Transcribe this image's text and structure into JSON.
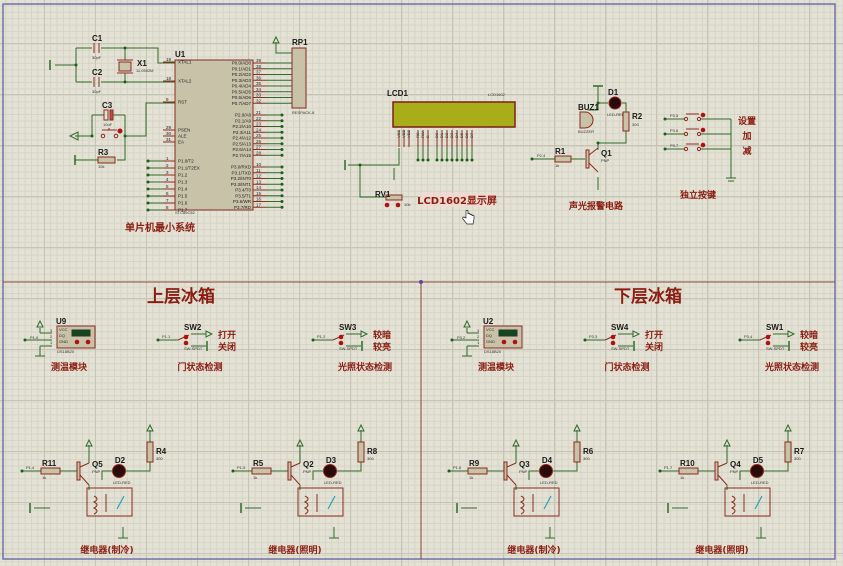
{
  "app": {
    "type": "schematic-editor",
    "background": "#e4e2d4",
    "wire_color": "#2f6b2a",
    "component_color": "#8b2a20",
    "label_color": "#8b1d12"
  },
  "mcu_section": {
    "title": "单片机最小系统",
    "mcu": {
      "ref": "U1",
      "part": "STC89C52",
      "left_pins": [
        {
          "num": "19",
          "name": "XTAL1"
        },
        {
          "num": "18",
          "name": "XTAL2"
        },
        {
          "num": "9",
          "name": "RST"
        },
        {
          "num": "29",
          "name": "PSEN"
        },
        {
          "num": "30",
          "name": "ALE"
        },
        {
          "num": "31",
          "name": "EA"
        },
        {
          "num": "1",
          "name": "P1.0/T2"
        },
        {
          "num": "2",
          "name": "P1.1/T2EX"
        },
        {
          "num": "3",
          "name": "P1.2"
        },
        {
          "num": "4",
          "name": "P1.3"
        },
        {
          "num": "5",
          "name": "P1.4"
        },
        {
          "num": "6",
          "name": "P1.5"
        },
        {
          "num": "7",
          "name": "P1.6"
        },
        {
          "num": "8",
          "name": "P1.7"
        }
      ],
      "right_pins": [
        {
          "num": "39",
          "name": "P0.0/AD0"
        },
        {
          "num": "38",
          "name": "P0.1/AD1"
        },
        {
          "num": "37",
          "name": "P0.2/AD2"
        },
        {
          "num": "36",
          "name": "P0.3/AD3"
        },
        {
          "num": "35",
          "name": "P0.4/AD4"
        },
        {
          "num": "34",
          "name": "P0.5/AD5"
        },
        {
          "num": "33",
          "name": "P0.6/AD6"
        },
        {
          "num": "32",
          "name": "P0.7/AD7"
        },
        {
          "num": "21",
          "name": "P2.0/A8"
        },
        {
          "num": "22",
          "name": "P2.1/A9"
        },
        {
          "num": "23",
          "name": "P2.2/A10"
        },
        {
          "num": "24",
          "name": "P2.3/A11"
        },
        {
          "num": "25",
          "name": "P2.4/A12"
        },
        {
          "num": "26",
          "name": "P2.5/A13"
        },
        {
          "num": "27",
          "name": "P2.6/A14"
        },
        {
          "num": "28",
          "name": "P2.7/A15"
        },
        {
          "num": "10",
          "name": "P3.0/RXD"
        },
        {
          "num": "11",
          "name": "P3.1/TXD"
        },
        {
          "num": "12",
          "name": "P3.2/INT0"
        },
        {
          "num": "13",
          "name": "P3.3/INT1"
        },
        {
          "num": "14",
          "name": "P3.4/T0"
        },
        {
          "num": "15",
          "name": "P3.5/T1"
        },
        {
          "num": "16",
          "name": "P3.6/WR"
        },
        {
          "num": "17",
          "name": "P3.7/RD"
        }
      ]
    },
    "c1": {
      "ref": "C1",
      "value": "30pF"
    },
    "c2": {
      "ref": "C2",
      "value": "30pF"
    },
    "c3": {
      "ref": "C3",
      "value": "10uF"
    },
    "x1": {
      "ref": "X1",
      "value": "11.0592M"
    },
    "r3": {
      "ref": "R3",
      "value": "10k"
    },
    "rp1": {
      "ref": "RP1",
      "part": "RESPACK-8"
    }
  },
  "lcd_section": {
    "ref": "LCD1",
    "part": "LCD1602",
    "title": "LCD1602显示屏",
    "rv1": {
      "ref": "RV1",
      "value": "10k"
    },
    "pins": [
      "VSS",
      "VDD",
      "VEE",
      "RS",
      "RW",
      "E",
      "D0",
      "D1",
      "D2",
      "D3",
      "D4",
      "D5",
      "D6",
      "D7"
    ],
    "screen_color": "#a9ad1a"
  },
  "alarm_section": {
    "title": "声光报警电路",
    "buz": {
      "ref": "BUZ1",
      "part": "BUZZER"
    },
    "d1": {
      "ref": "D1",
      "part": "LED-RED"
    },
    "r2": {
      "ref": "R2",
      "value": "300"
    },
    "r1": {
      "ref": "R1",
      "value": "1k",
      "net": "P2.4"
    },
    "q1": {
      "ref": "Q1",
      "part": "PNP"
    }
  },
  "keys_section": {
    "title": "独立按键",
    "keys": [
      {
        "net": "P3.5",
        "label": "设置"
      },
      {
        "net": "P3.6",
        "label": "加"
      },
      {
        "net": "P3.7",
        "label": "减"
      }
    ]
  },
  "upper_fridge": {
    "title": "上层冰箱",
    "temp": {
      "ref": "U9",
      "part": "DS18B20",
      "net": "P1.0",
      "title": "测温模块",
      "display": "-0.0",
      "pins": [
        {
          "num": "3",
          "name": "VCC"
        },
        {
          "num": "2",
          "name": "DQ"
        },
        {
          "num": "1",
          "name": "GND"
        }
      ]
    },
    "door": {
      "ref": "SW2",
      "part": "SW-SPDT",
      "net": "P1.1",
      "title": "门状态检测",
      "opt_a": "打开",
      "opt_b": "关闭"
    },
    "light": {
      "ref": "SW3",
      "part": "SW-SPDT",
      "net": "P1.2",
      "title": "光照状态检测",
      "opt_a": "较暗",
      "opt_b": "较亮"
    },
    "relay_cool": {
      "title": "继电器(制冷)",
      "r_base": {
        "ref": "R11",
        "value": "1k"
      },
      "net": "P1.4",
      "q": {
        "ref": "Q5",
        "part": "PNP"
      },
      "d": {
        "ref": "D2",
        "part": "LED-RED"
      },
      "r_led": {
        "ref": "R4",
        "value": "300"
      }
    },
    "relay_light": {
      "title": "继电器(照明)",
      "r_base": {
        "ref": "R5",
        "value": "1k"
      },
      "net": "P1.5",
      "q": {
        "ref": "Q2",
        "part": "PNP"
      },
      "d": {
        "ref": "D3",
        "part": "LED-RED"
      },
      "r_led": {
        "ref": "R8",
        "value": "300"
      }
    }
  },
  "lower_fridge": {
    "title": "下层冰箱",
    "temp": {
      "ref": "U2",
      "part": "DS18B20",
      "net": "P3.2",
      "title": "测温模块",
      "display": "-0.0",
      "pins": [
        {
          "num": "3",
          "name": "VCC"
        },
        {
          "num": "2",
          "name": "DQ"
        },
        {
          "num": "1",
          "name": "GND"
        }
      ]
    },
    "door": {
      "ref": "SW4",
      "part": "SW-SPDT",
      "net": "P3.3",
      "title": "门状态检测",
      "opt_a": "打开",
      "opt_b": "关闭"
    },
    "light": {
      "ref": "SW1",
      "part": "SW-SPDT",
      "net": "P3.4",
      "title": "光照状态检测",
      "opt_a": "较暗",
      "opt_b": "较亮"
    },
    "relay_cool": {
      "title": "继电器(制冷)",
      "r_base": {
        "ref": "R9",
        "value": "1k"
      },
      "net": "P1.6",
      "q": {
        "ref": "Q3",
        "part": "PNP"
      },
      "d": {
        "ref": "D4",
        "part": "LED-RED"
      },
      "r_led": {
        "ref": "R6",
        "value": "300"
      }
    },
    "relay_light": {
      "title": "继电器(照明)",
      "r_base": {
        "ref": "R10",
        "value": "1k"
      },
      "net": "P1.7",
      "q": {
        "ref": "Q4",
        "part": "PNP"
      },
      "d": {
        "ref": "D5",
        "part": "LED-RED"
      },
      "r_led": {
        "ref": "R7",
        "value": "300"
      }
    }
  }
}
